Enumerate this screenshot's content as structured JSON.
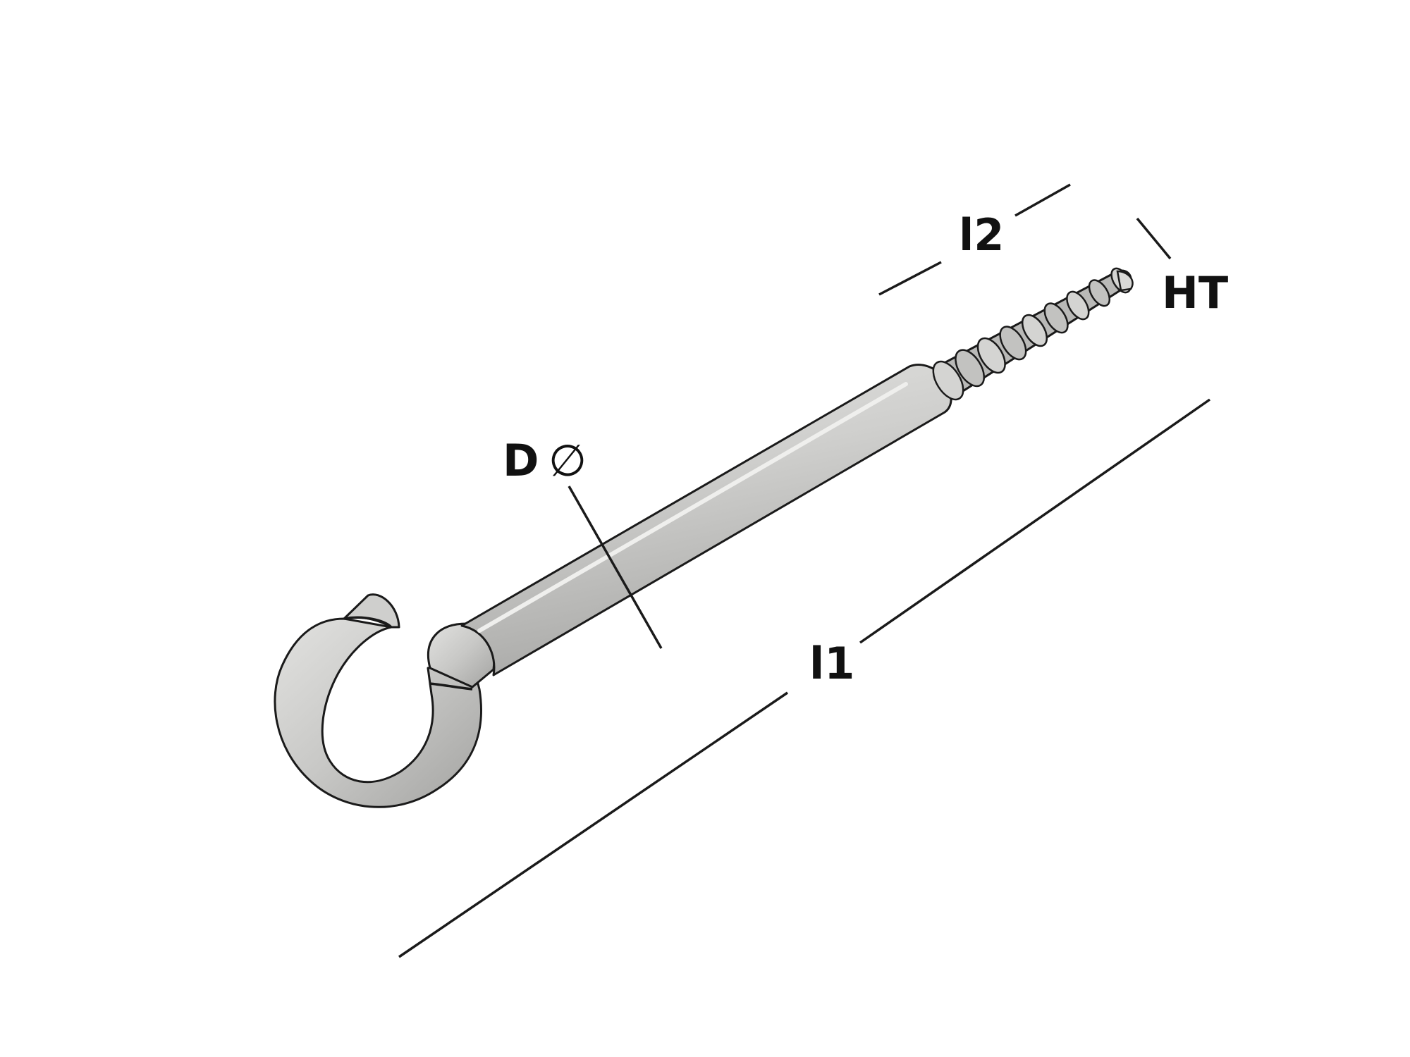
{
  "labels": {
    "l1": "l1",
    "l2": "l2",
    "ht": "HT",
    "diameter": "D",
    "diameter_symbol": "∅"
  },
  "colors": {
    "line": "#1a1a1a",
    "metal": "#c9c9c7",
    "metal_dark": "#a9a9a7",
    "metal_light": "#e4e4e2",
    "background": "#ffffff"
  },
  "part": {
    "icon": "hook-screw-icon"
  }
}
